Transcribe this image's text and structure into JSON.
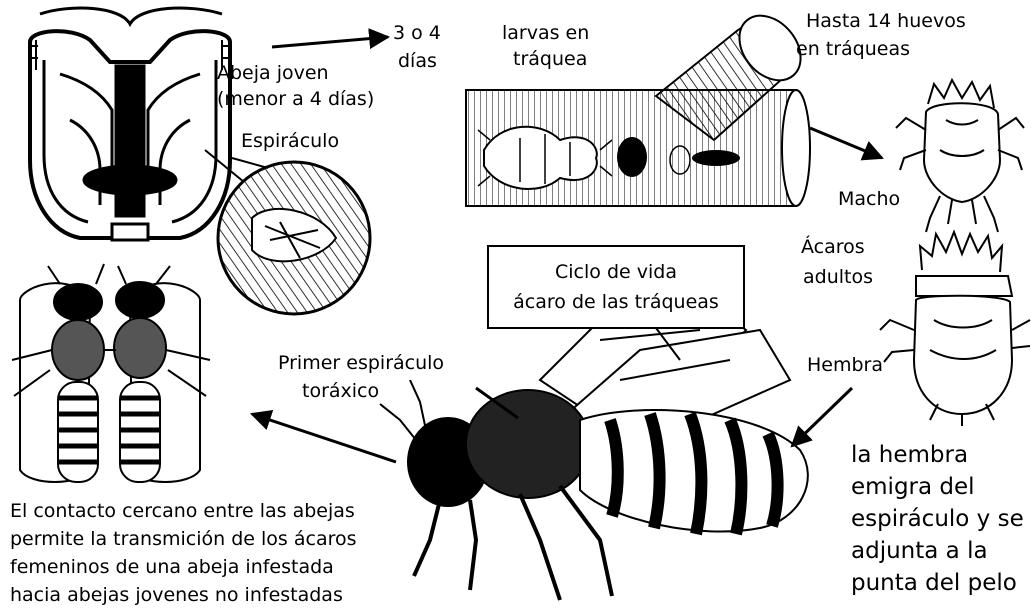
{
  "title": {
    "line1": "Ciclo de vida",
    "line2": "ácaro de las tráqueas"
  },
  "labels": {
    "young_bee": [
      "Abeja joven",
      "(menor a 4 días)"
    ],
    "spiracle": "Espiráculo",
    "days": [
      "3 o 4",
      "días"
    ],
    "larvae": [
      "larvas en",
      "tráquea"
    ],
    "eggs": [
      "Hasta 14 huevos",
      "en tráqueas"
    ],
    "male": "Macho",
    "adults": [
      "Ácaros",
      "adultos"
    ],
    "female": "Hembra",
    "first_spiracle": [
      "Primer espiráculo",
      "toráxico"
    ],
    "female_migrates": [
      "la hembra",
      "emigra del",
      "espiráculo y se",
      "adjunta a la",
      "punta del pelo"
    ],
    "contact": [
      "El contacto cercano entre las abejas",
      "permite la transmición de los ácaros",
      "femeninos de una abeja infestada",
      "hacia abejas jovenes no infestadas"
    ]
  }
}
